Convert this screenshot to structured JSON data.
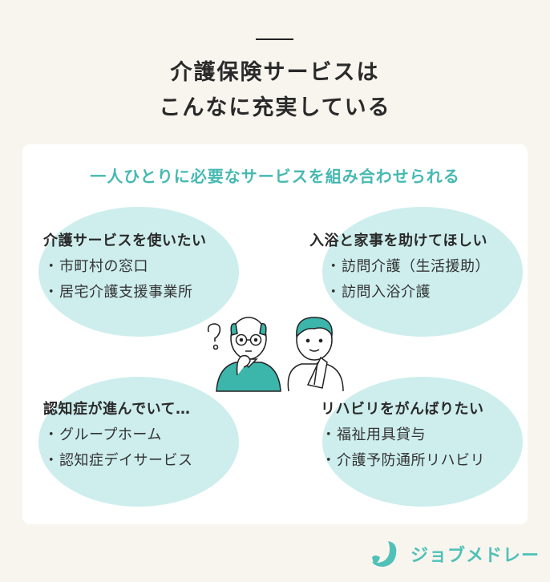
{
  "header": {
    "title_line1": "介護保険サービスは",
    "title_line2": "こんなに充実している"
  },
  "card": {
    "subtitle": "一人ひとりに必要なサービスを組み合わせられる",
    "quadrants": [
      {
        "heading": "介護サービスを使いたい",
        "items": [
          "市町村の窓口",
          "居宅介護支援事業所"
        ]
      },
      {
        "heading": "入浴と家事を助けてほしい",
        "items": [
          "訪問介護（生活援助）",
          "訪問入浴介護"
        ]
      },
      {
        "heading": "認知症が進んでいて…",
        "items": [
          "グループホーム",
          "認知症デイサービス"
        ]
      },
      {
        "heading": "リハビリをがんばりたい",
        "items": [
          "福祉用具貸与",
          "介護予防通所リハビリ"
        ]
      }
    ],
    "bullet": "・",
    "illustration": {
      "left_figure": "elderly-man-thinking",
      "right_figure": "caregiver-hands-together",
      "question_mark": "?"
    }
  },
  "footer": {
    "logo_text": "ジョブメドレー",
    "logo_icon": "jobmedley-mark-icon"
  },
  "colors": {
    "background": "#f8f5ef",
    "card": "#ffffff",
    "accent": "#45b9b1",
    "ellipse": "#cdeeed",
    "title": "#2a2a2a"
  }
}
